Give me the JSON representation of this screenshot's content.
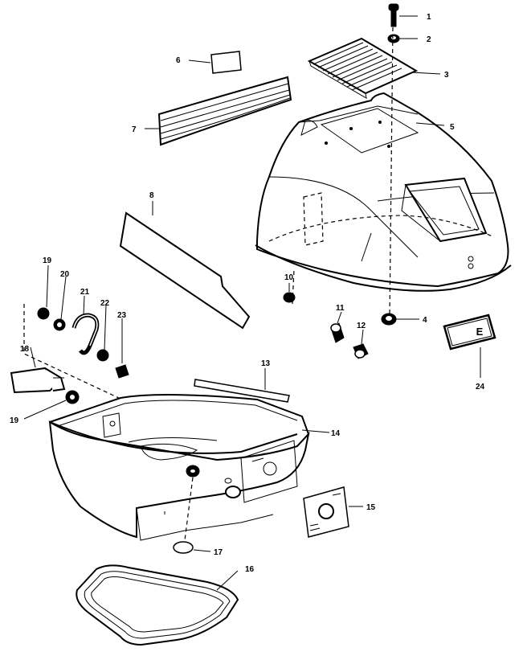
{
  "diagram": {
    "parts": [
      {
        "id": "p1",
        "label": "1"
      },
      {
        "id": "p2",
        "label": "2"
      },
      {
        "id": "p3",
        "label": "3"
      },
      {
        "id": "p4",
        "label": "4"
      },
      {
        "id": "p5",
        "label": "5"
      },
      {
        "id": "p6",
        "label": "6"
      },
      {
        "id": "p7",
        "label": "7"
      },
      {
        "id": "p8",
        "label": "8"
      },
      {
        "id": "p10",
        "label": "10"
      },
      {
        "id": "p11",
        "label": "11"
      },
      {
        "id": "p12",
        "label": "12"
      },
      {
        "id": "p13",
        "label": "13"
      },
      {
        "id": "p14",
        "label": "14"
      },
      {
        "id": "p15",
        "label": "15"
      },
      {
        "id": "p16",
        "label": "16"
      },
      {
        "id": "p17",
        "label": "17"
      },
      {
        "id": "p18",
        "label": "18"
      },
      {
        "id": "p19a",
        "label": "19"
      },
      {
        "id": "p19b",
        "label": "19"
      },
      {
        "id": "p20",
        "label": "20"
      },
      {
        "id": "p21",
        "label": "21"
      },
      {
        "id": "p22",
        "label": "22"
      },
      {
        "id": "p23",
        "label": "23"
      },
      {
        "id": "p24",
        "label": "24"
      }
    ],
    "decal_mark": "E"
  }
}
